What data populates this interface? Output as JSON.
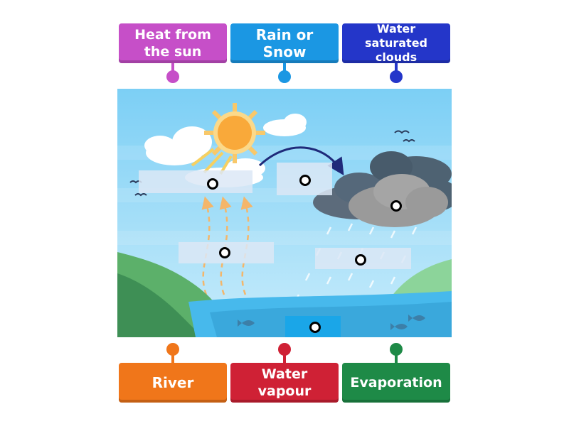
{
  "labels": {
    "heat": "Heat from the sun",
    "rain": "Rain or Snow",
    "clouds": "Water saturated clouds",
    "river": "River",
    "vapour": "Water vapour",
    "evaporation": "Evaporation"
  },
  "colors": {
    "heat": "#c64fc8",
    "rain": "#1b97e3",
    "clouds": "#2436c9",
    "river": "#f0761a",
    "vapour": "#cf2135",
    "evaporation": "#1e8a47",
    "sky": "#8fd4f5",
    "water": "#47b9ec"
  },
  "icons": [
    "sun-icon",
    "cloud-icon",
    "storm-cloud-icon",
    "bird-icon",
    "fish-icon",
    "arrow-icon"
  ]
}
